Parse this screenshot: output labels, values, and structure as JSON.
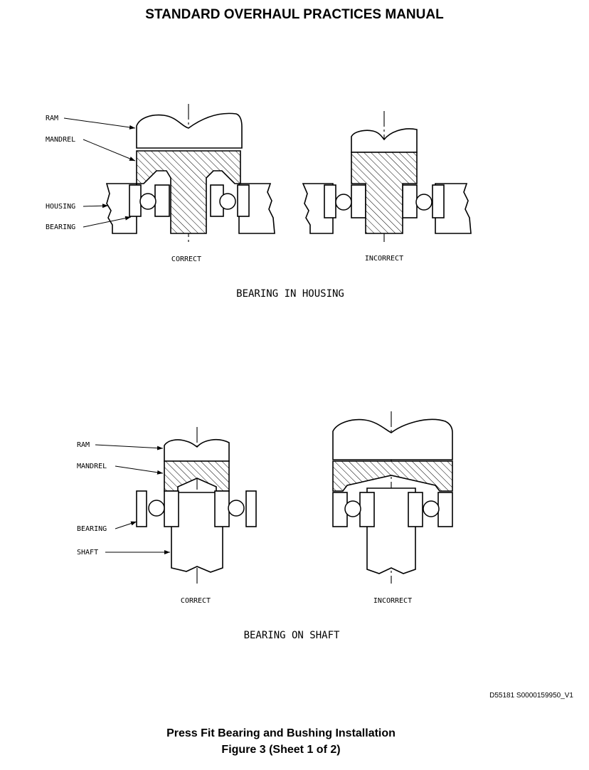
{
  "header": {
    "title": "STANDARD OVERHAUL PRACTICES MANUAL"
  },
  "housing_section": {
    "labels": {
      "ram": "RAM",
      "mandrel": "MANDREL",
      "housing": "HOUSING",
      "bearing": "BEARING"
    },
    "correct_label": "CORRECT",
    "incorrect_label": "INCORRECT",
    "title": "BEARING IN HOUSING"
  },
  "shaft_section": {
    "labels": {
      "ram": "RAM",
      "mandrel": "MANDREL",
      "bearing": "BEARING",
      "shaft": "SHAFT"
    },
    "correct_label": "CORRECT",
    "incorrect_label": "INCORRECT",
    "title": "BEARING ON SHAFT"
  },
  "drawing_ref": "D55181 S0000159950_V1",
  "caption": {
    "line1": "Press Fit Bearing and Bushing Installation",
    "line2": "Figure 3  (Sheet 1 of 2)"
  }
}
